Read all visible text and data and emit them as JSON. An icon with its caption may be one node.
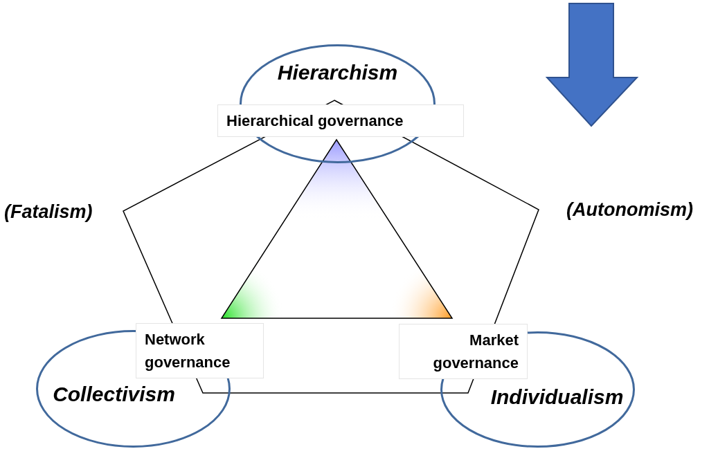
{
  "diagram": {
    "nodes": [
      {
        "text": [
          "Hierarchism"
        ]
      },
      {
        "text": [
          "Hierarchical governance"
        ]
      },
      {
        "text": [
          "Network governance"
        ]
      },
      {
        "text": [
          "Market governance"
        ]
      },
      {
        "text": [
          "Collectivism"
        ]
      },
      {
        "text": [
          "Individualism"
        ]
      }
    ],
    "labels": [
      "(Fatalism)",
      "(Autonomism)"
    ]
  }
}
